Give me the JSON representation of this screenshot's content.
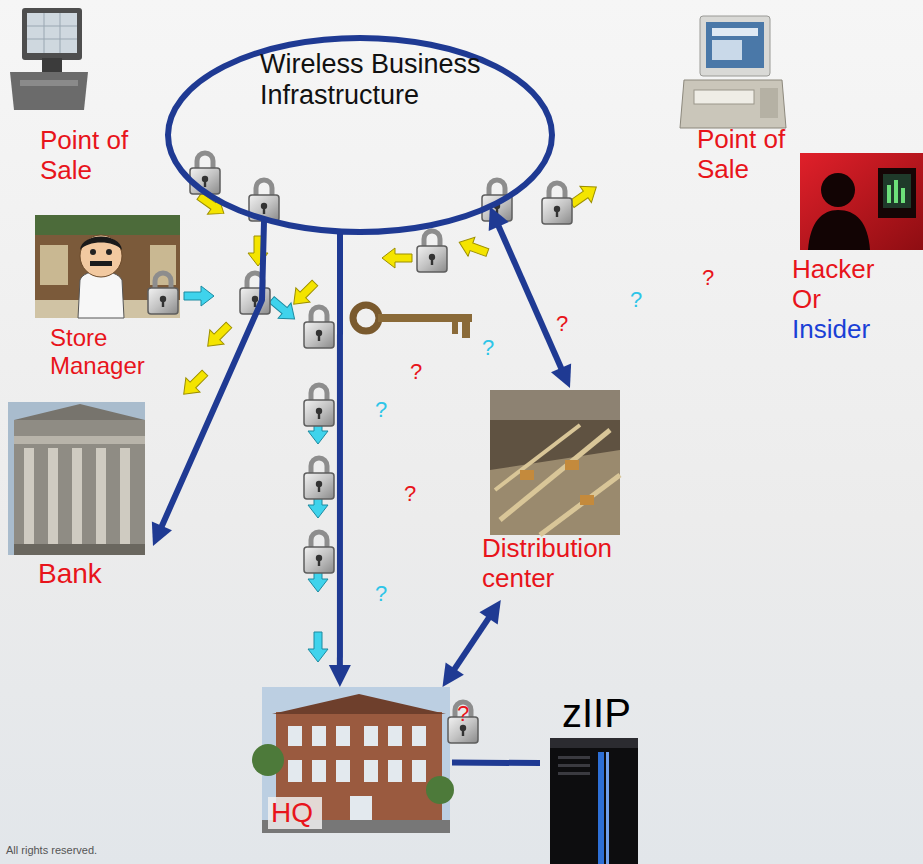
{
  "diagram": {
    "nodes": [
      {
        "text": [
          "Point of Sale"
        ]
      },
      {
        "text": [
          "Wireless Business Infrastructure"
        ]
      },
      {
        "text": [
          "Point of Sale"
        ]
      },
      {
        "text": [
          "Hacker Or",
          "Insider"
        ]
      },
      {
        "text": [
          "Store Manager"
        ]
      },
      {
        "text": [
          "Bank"
        ]
      },
      {
        "text": [
          "Distribution center"
        ]
      },
      {
        "text": [
          "HQ"
        ]
      },
      {
        "text": [
          "zIIP"
        ]
      }
    ],
    "edges": [
      {
        "from": 1,
        "to": 5,
        "arrow": "to"
      },
      {
        "from": 1,
        "to": 7,
        "arrow": "to"
      },
      {
        "from": 1,
        "to": 6,
        "arrow": "both"
      },
      {
        "from": 6,
        "to": 7,
        "arrow": "both"
      },
      {
        "from": 7,
        "to": 8,
        "arrow": "none"
      }
    ],
    "labels": [
      "?",
      "?",
      "?",
      "?",
      "?",
      "?",
      "?",
      "?",
      "?",
      "All rights reserved."
    ]
  }
}
